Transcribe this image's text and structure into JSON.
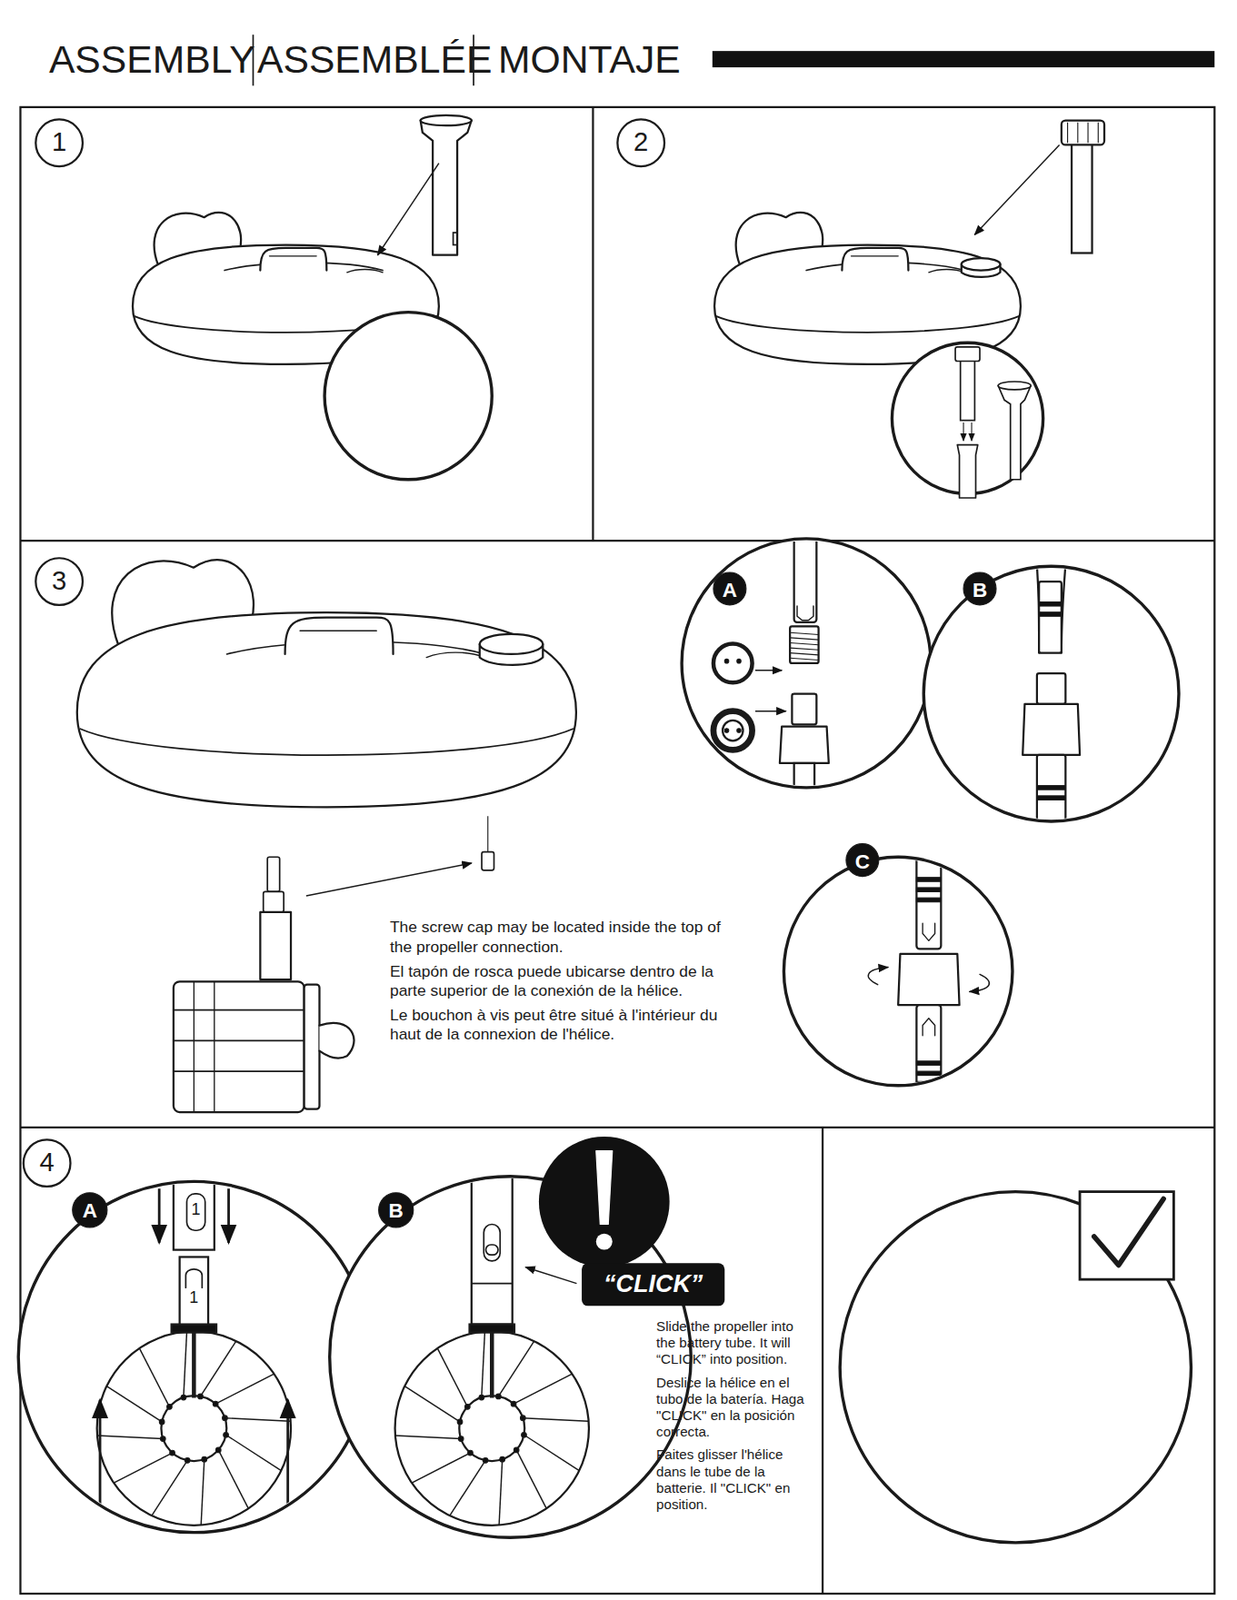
{
  "diagram": {
    "labels": [
      "ASSEMBLY",
      "ASSEMBLÉE",
      "MONTAJE",
      "1",
      "2",
      "3",
      "A",
      "B",
      "C",
      "The screw cap may be located inside the top of the propeller connection.",
      "El tapón de rosca puede ubicarse dentro de la parte superior de la conexión de la hélice.",
      "Le bouchon à vis peut être situé à l'intérieur du haut de la connexion de l'hélice.",
      "4",
      "A",
      "1",
      "1",
      "B",
      "“CLICK”",
      "Slide the propeller into the battery tube. It will “CLICK” into position.",
      "Deslice la hélice en el tubo de la batería. Haga \"CLICK\" en la posición correcta.",
      "Faites glisser l'hélice dans le tube de la batterie. Il \"CLICK\" en position."
    ]
  }
}
